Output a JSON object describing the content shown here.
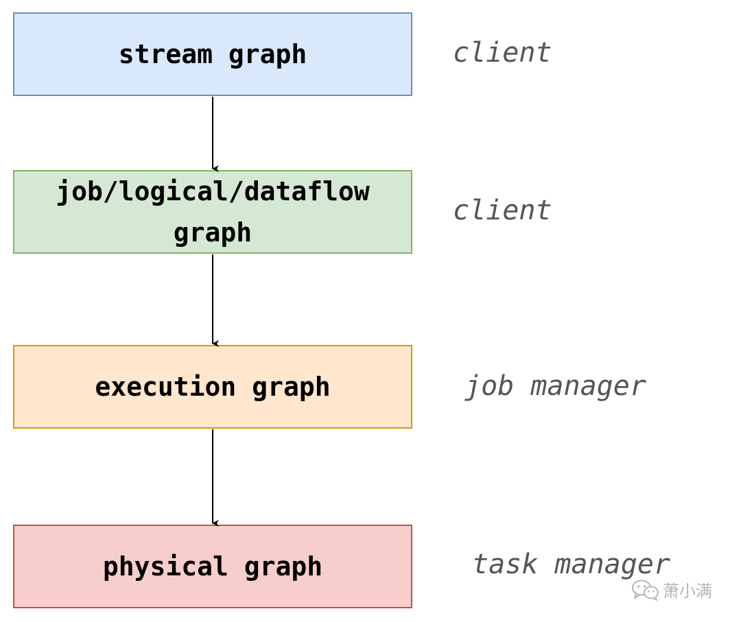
{
  "diagram": {
    "nodes": [
      {
        "label": "stream graph",
        "location": "client",
        "fill": "#dae8fc",
        "stroke": "#6c8ebf"
      },
      {
        "label": "job/logical/dataflow\ngraph",
        "location": "client",
        "fill": "#d5e8d4",
        "stroke": "#82b366"
      },
      {
        "label": "execution graph",
        "location": "job manager",
        "fill": "#ffe6cc",
        "stroke": "#d79b00"
      },
      {
        "label": "physical graph",
        "location": "task manager",
        "fill": "#f8cecc",
        "stroke": "#b85450"
      }
    ],
    "edges": [
      {
        "from": "stream graph",
        "to": "job/logical/dataflow graph"
      },
      {
        "from": "job/logical/dataflow graph",
        "to": "execution graph"
      },
      {
        "from": "execution graph",
        "to": "physical graph"
      }
    ]
  },
  "watermark": {
    "icon": "wechat-icon",
    "text": "萧小满"
  }
}
